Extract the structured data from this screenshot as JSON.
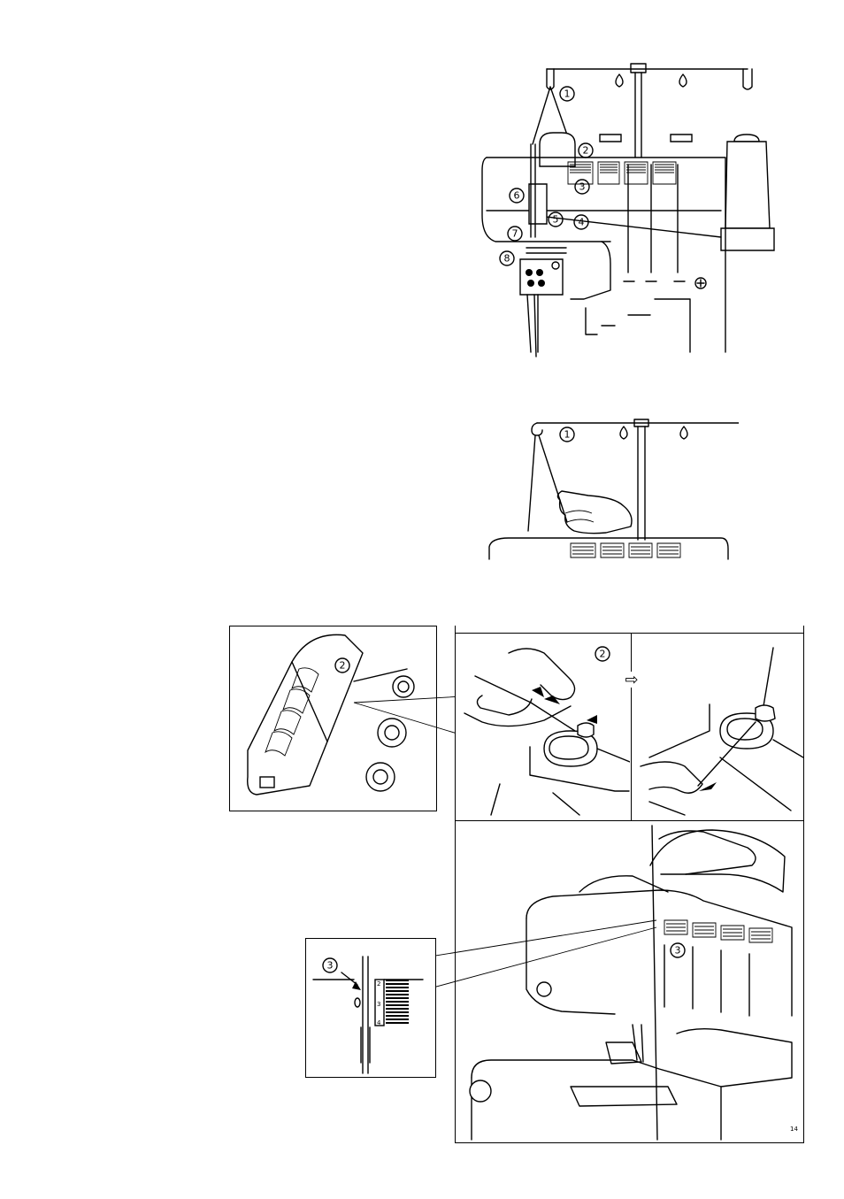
{
  "figure_top": {
    "callouts": [
      "1",
      "2",
      "3",
      "4",
      "5",
      "6",
      "7",
      "8"
    ]
  },
  "figure_middle": {
    "callouts": [
      "1"
    ]
  },
  "figure_bottom": {
    "overview_callout": "2",
    "step_callout": "2",
    "step_arrow": "⇨",
    "threading_callout": "3",
    "detail_callout": "3",
    "detail_scale": [
      "2",
      "3",
      "4"
    ],
    "page_mark": "14"
  },
  "icons": [
    "callout-circle",
    "arrow-right-outline",
    "arrow-solid"
  ]
}
